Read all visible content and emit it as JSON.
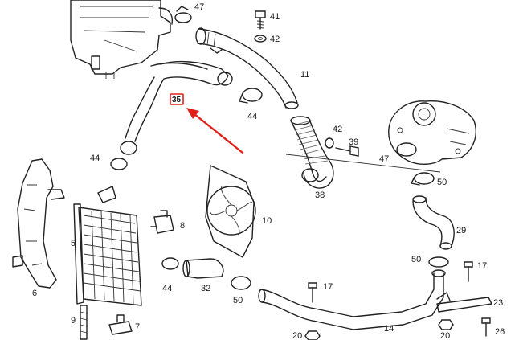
{
  "diagram": {
    "callouts": [
      {
        "id": "c47a",
        "text": "47"
      },
      {
        "id": "c41",
        "text": "41"
      },
      {
        "id": "c42a",
        "text": "42"
      },
      {
        "id": "c11",
        "text": "11"
      },
      {
        "id": "c44a",
        "text": "44"
      },
      {
        "id": "c42b",
        "text": "42"
      },
      {
        "id": "c39",
        "text": "39"
      },
      {
        "id": "c47b",
        "text": "47"
      },
      {
        "id": "c50a",
        "text": "50"
      },
      {
        "id": "c38",
        "text": "38"
      },
      {
        "id": "c44b",
        "text": "44"
      },
      {
        "id": "c29",
        "text": "29"
      },
      {
        "id": "c10",
        "text": "10"
      },
      {
        "id": "c8",
        "text": "8"
      },
      {
        "id": "c5",
        "text": "5"
      },
      {
        "id": "c6",
        "text": "6"
      },
      {
        "id": "c44c",
        "text": "44"
      },
      {
        "id": "c32",
        "text": "32"
      },
      {
        "id": "c50b",
        "text": "50"
      },
      {
        "id": "c17a",
        "text": "17"
      },
      {
        "id": "c50c",
        "text": "50"
      },
      {
        "id": "c17b",
        "text": "17"
      },
      {
        "id": "c23",
        "text": "23"
      },
      {
        "id": "c9",
        "text": "9"
      },
      {
        "id": "c7",
        "text": "7"
      },
      {
        "id": "c14",
        "text": "14"
      },
      {
        "id": "c20a",
        "text": "20"
      },
      {
        "id": "c20b",
        "text": "20"
      },
      {
        "id": "c26",
        "text": "26"
      }
    ],
    "highlight": {
      "text": "35",
      "color": "#e0211b"
    }
  }
}
